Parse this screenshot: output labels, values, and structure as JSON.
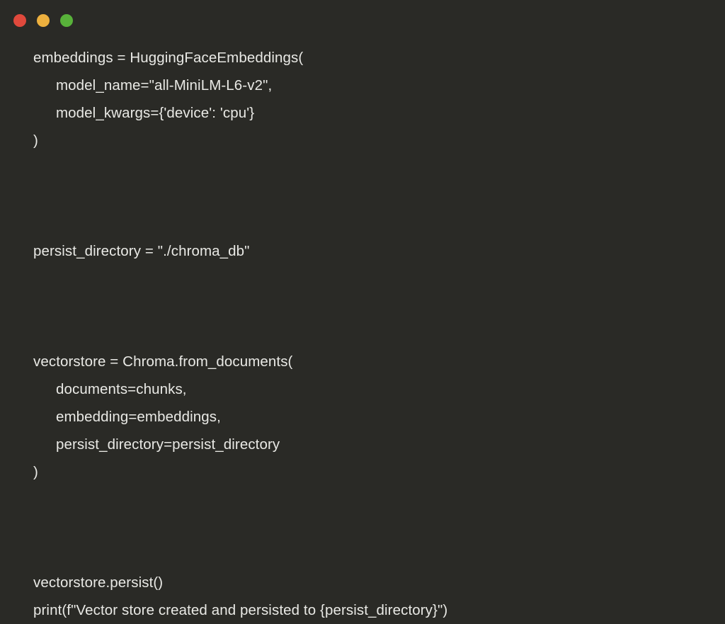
{
  "window": {
    "name": "code-snippet-window",
    "background_color": "#2a2a26",
    "text_color": "#e9e9e5"
  },
  "titlebar": {
    "buttons": [
      {
        "name": "close",
        "label": "Close",
        "color": "#e0493c"
      },
      {
        "name": "minimize",
        "label": "Minimize",
        "color": "#edb03e"
      },
      {
        "name": "maximize",
        "label": "Maximize",
        "color": "#58b23a"
      }
    ]
  },
  "code": {
    "language": "python",
    "lines": [
      {
        "text": "embeddings = HuggingFaceEmbeddings(",
        "indent": 0
      },
      {
        "text": "model_name=\"all-MiniLM-L6-v2\",",
        "indent": 1
      },
      {
        "text": "model_kwargs={'device': 'cpu'}",
        "indent": 1
      },
      {
        "text": ")",
        "indent": 0
      },
      {
        "text": "",
        "indent": 0
      },
      {
        "text": "",
        "indent": 0
      },
      {
        "text": "",
        "indent": 0
      },
      {
        "text": "persist_directory = \"./chroma_db\"",
        "indent": 0
      },
      {
        "text": "",
        "indent": 0
      },
      {
        "text": "",
        "indent": 0
      },
      {
        "text": "",
        "indent": 0
      },
      {
        "text": "vectorstore = Chroma.from_documents(",
        "indent": 0
      },
      {
        "text": "documents=chunks,",
        "indent": 1
      },
      {
        "text": "embedding=embeddings,",
        "indent": 1
      },
      {
        "text": "persist_directory=persist_directory",
        "indent": 1
      },
      {
        "text": ")",
        "indent": 0
      },
      {
        "text": "",
        "indent": 0
      },
      {
        "text": "",
        "indent": 0
      },
      {
        "text": "",
        "indent": 0
      },
      {
        "text": "vectorstore.persist()",
        "indent": 0
      },
      {
        "text": "print(f\"Vector store created and persisted to {persist_directory}\")",
        "indent": 0
      }
    ]
  }
}
